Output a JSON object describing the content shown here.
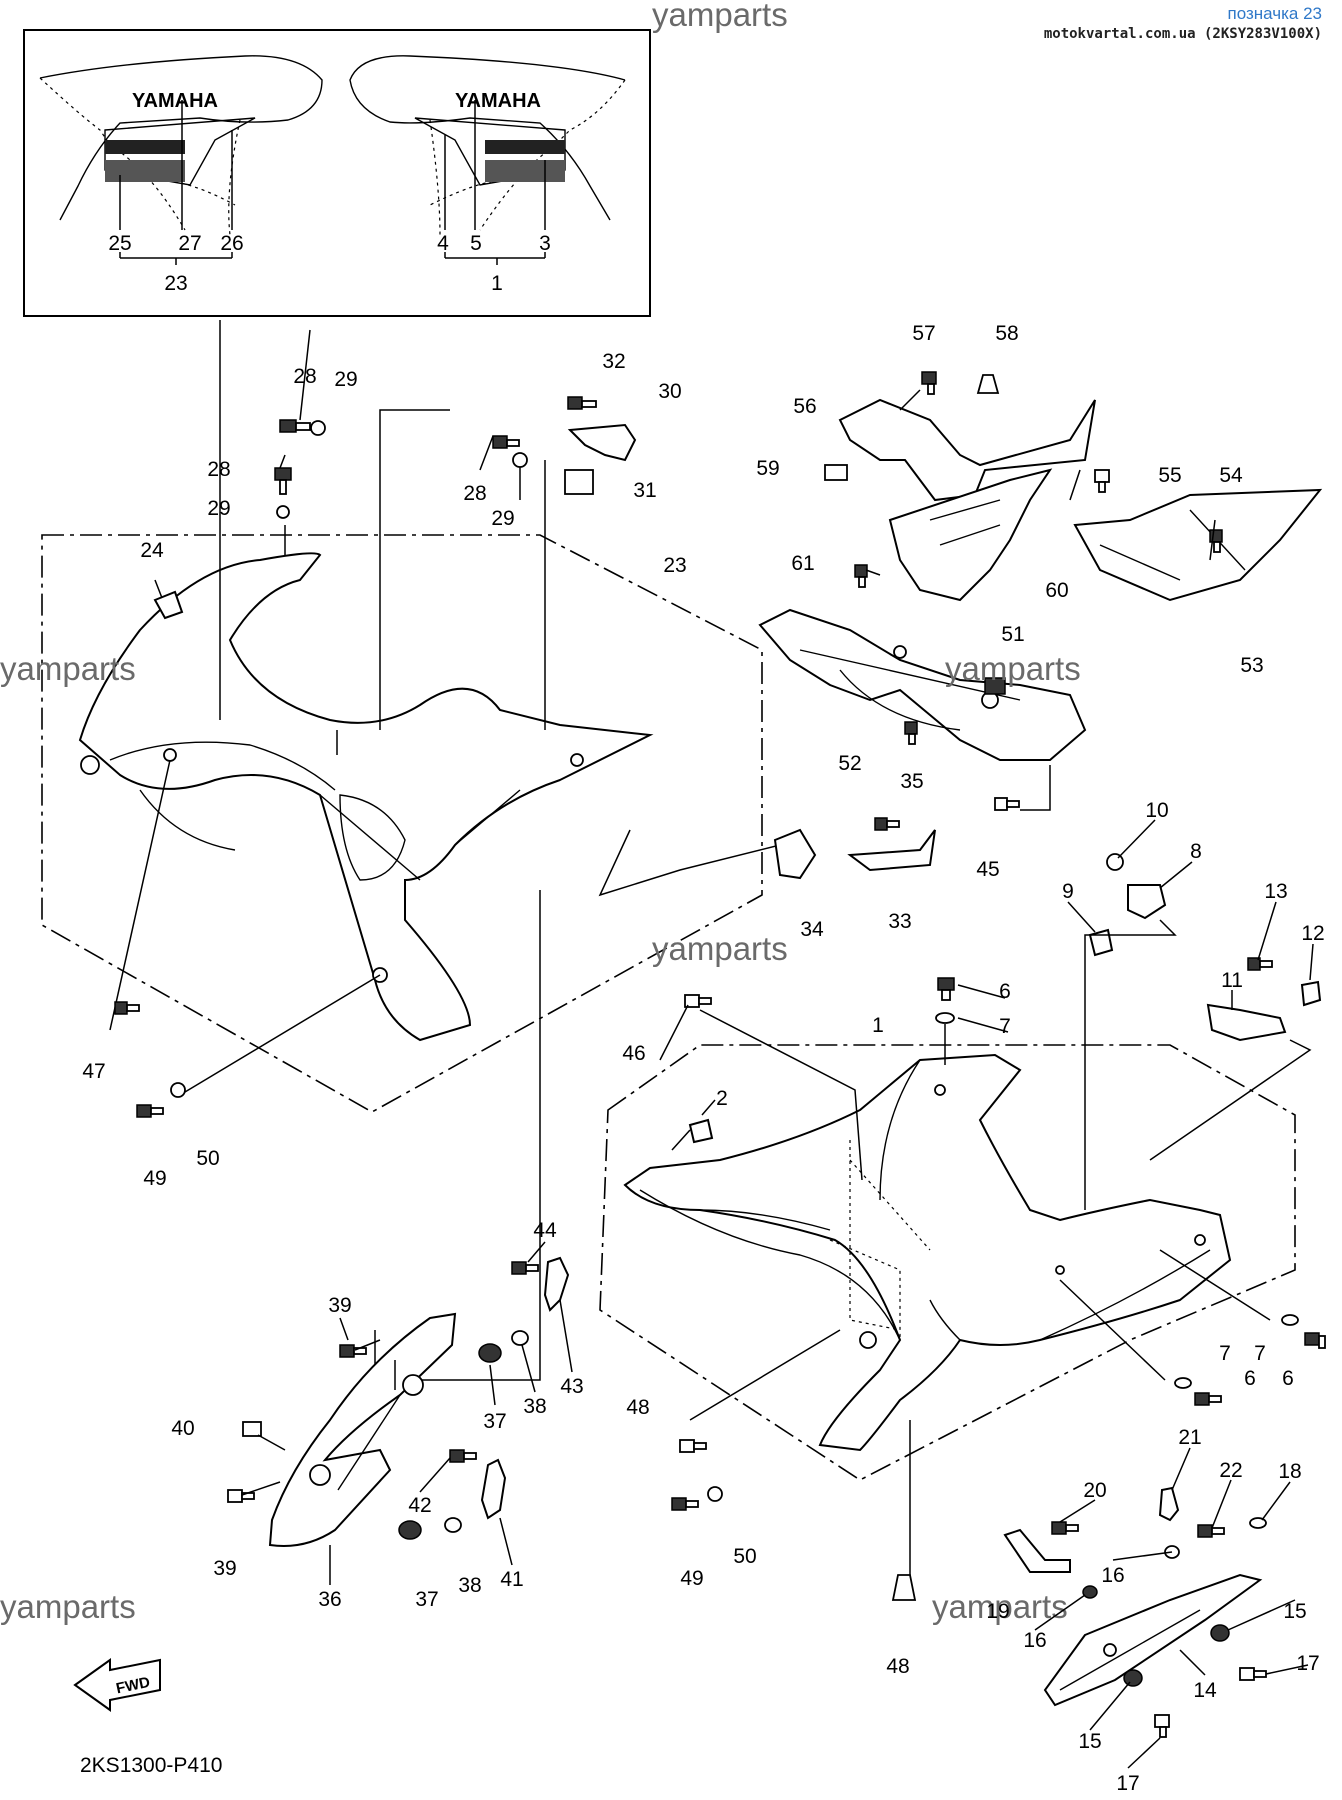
{
  "header": {
    "watermark_top": "yamparts",
    "link_label": "позначка 23",
    "source_line": "motokvartal.com.ua (2KSY283V100X)"
  },
  "watermarks": [
    "yamparts",
    "yamparts",
    "yamparts",
    "yamparts",
    "yamparts"
  ],
  "inset": {
    "logo_text_left": "YAMAHA",
    "logo_text_right": "YAMAHA",
    "callouts_left": [
      "25",
      "27",
      "26"
    ],
    "group_left": "23",
    "callouts_right": [
      "4",
      "5",
      "3"
    ],
    "group_right": "1"
  },
  "callouts": {
    "c28a": "28",
    "c29a": "29",
    "c28b": "28",
    "c29b": "29",
    "c28c": "28",
    "c29c": "29",
    "c32": "32",
    "c30": "30",
    "c31": "31",
    "c24": "24",
    "c23": "23",
    "c57": "57",
    "c58": "58",
    "c56": "56",
    "c59": "59",
    "c55": "55",
    "c54": "54",
    "c61": "61",
    "c60": "60",
    "c51": "51",
    "c53": "53",
    "c52": "52",
    "c35": "35",
    "c45": "45",
    "c10": "10",
    "c8": "8",
    "c9": "9",
    "c13": "13",
    "c12": "12",
    "c11": "11",
    "c34": "34",
    "c33": "33",
    "c6a": "6",
    "c7a": "7",
    "c1": "1",
    "c46": "46",
    "c2": "2",
    "c47": "47",
    "c49a": "49",
    "c50a": "50",
    "c44": "44",
    "c39a": "39",
    "c43": "43",
    "c37a": "37",
    "c38a": "38",
    "c40": "40",
    "c42": "42",
    "c39b": "39",
    "c36": "36",
    "c37b": "37",
    "c38b": "38",
    "c41": "41",
    "c48a": "48",
    "c49b": "49",
    "c50b": "50",
    "c48b": "48",
    "c7b": "7",
    "c7c": "7",
    "c6b": "6",
    "c6c": "6",
    "c21": "21",
    "c22": "22",
    "c18": "18",
    "c20": "20",
    "c16a": "16",
    "c19": "19",
    "c16b": "16",
    "c15a": "15",
    "c14": "14",
    "c17a": "17",
    "c15b": "15",
    "c17b": "17"
  },
  "fwd_label": "FWD",
  "diagram_code": "2KS1300-P410"
}
